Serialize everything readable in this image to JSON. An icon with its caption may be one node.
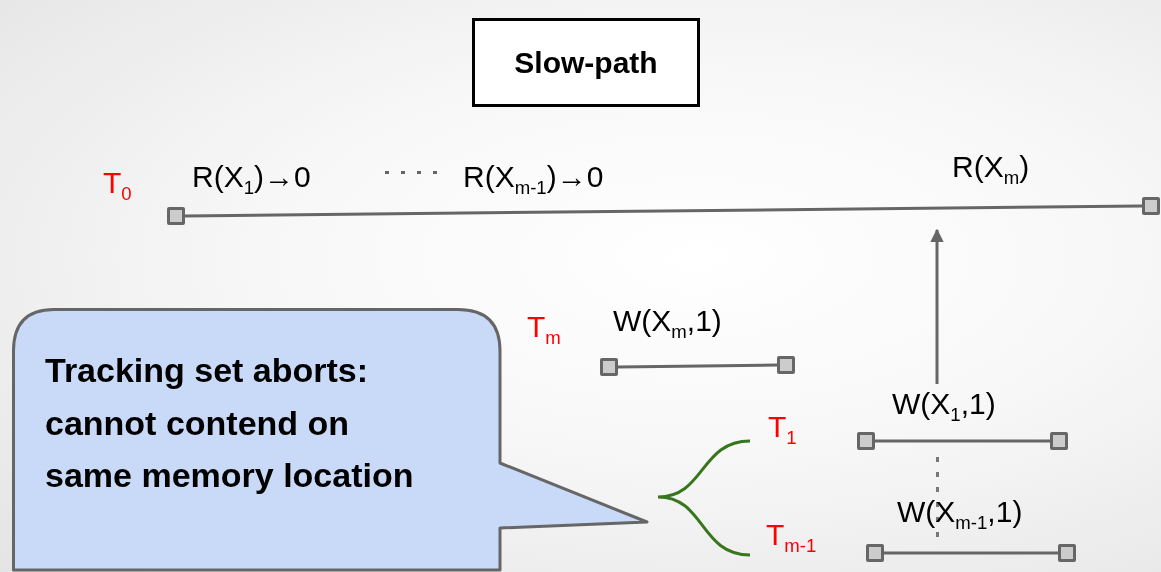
{
  "diagram": {
    "nodes": [
      {
        "text": [
          "Slow-path"
        ]
      },
      {
        "text": [],
        "shape": "box"
      },
      {
        "text": [],
        "shape": "box"
      },
      {
        "text": [],
        "shape": "box"
      },
      {
        "text": [],
        "shape": "box"
      },
      {
        "text": [
          "Tracking set aborts: cannot contend on same memory location"
        ]
      },
      {
        "text": [
          "W(X$_{1}$,1)"
        ]
      },
      {
        "text": [],
        "shape": "box"
      },
      {
        "text": [],
        "shape": "box"
      },
      {
        "text": [],
        "shape": "box"
      },
      {
        "text": [],
        "shape": "box"
      }
    ],
    "edges": [
      {
        "from": 1,
        "to": 2,
        "arrow": "none"
      },
      {
        "from": 3,
        "to": 4,
        "arrow": "none"
      },
      {
        "from": 6,
        "to": null,
        "arrow": "to"
      },
      {
        "from": 7,
        "to": 8,
        "arrow": "none"
      },
      {
        "from": 9,
        "to": 10,
        "arrow": "none"
      }
    ],
    "labels": [
      "T$_{0}$",
      "R(X$_{1}$)→0",
      "R(X$_{m-1}$)→0",
      "R(X$_{m}$)",
      "T$_{m}$",
      "W(X$_{m}$,1)",
      "T$_{1}$",
      "T$_{m-1}$",
      "W(X$_{m-1}$,1)"
    ]
  }
}
